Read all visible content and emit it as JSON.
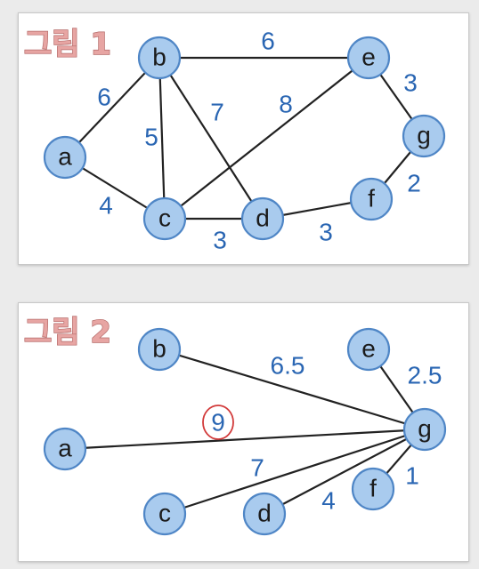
{
  "colors": {
    "background": "#ebebeb",
    "panel": "#ffffff",
    "node_fill": "#a9cbee",
    "node_stroke": "#4f86c6",
    "edge": "#222222",
    "weight_text": "#2a66b3",
    "title_fill": "#e7a5a3",
    "highlight_circle": "#d23a3a"
  },
  "figure1": {
    "title": "그림 1",
    "nodes": {
      "a": "a",
      "b": "b",
      "c": "c",
      "d": "d",
      "e": "e",
      "f": "f",
      "g": "g"
    },
    "edges": [
      {
        "from": "a",
        "to": "b",
        "weight": "6"
      },
      {
        "from": "a",
        "to": "c",
        "weight": "4"
      },
      {
        "from": "b",
        "to": "c",
        "weight": "5"
      },
      {
        "from": "b",
        "to": "d",
        "weight": "7"
      },
      {
        "from": "b",
        "to": "e",
        "weight": "6"
      },
      {
        "from": "c",
        "to": "e",
        "weight": "8"
      },
      {
        "from": "c",
        "to": "d",
        "weight": "3"
      },
      {
        "from": "d",
        "to": "f",
        "weight": "3"
      },
      {
        "from": "f",
        "to": "g",
        "weight": "2"
      },
      {
        "from": "e",
        "to": "g",
        "weight": "3"
      }
    ]
  },
  "figure2": {
    "title": "그림 2",
    "nodes": {
      "a": "a",
      "b": "b",
      "c": "c",
      "d": "d",
      "e": "e",
      "f": "f",
      "g": "g"
    },
    "edges": [
      {
        "from": "b",
        "to": "g",
        "weight": "6.5"
      },
      {
        "from": "e",
        "to": "g",
        "weight": "2.5"
      },
      {
        "from": "a",
        "to": "g",
        "weight": "9",
        "highlighted": true
      },
      {
        "from": "c",
        "to": "g",
        "weight": "7"
      },
      {
        "from": "d",
        "to": "g",
        "weight": "4"
      },
      {
        "from": "f",
        "to": "g",
        "weight": "1"
      }
    ]
  }
}
